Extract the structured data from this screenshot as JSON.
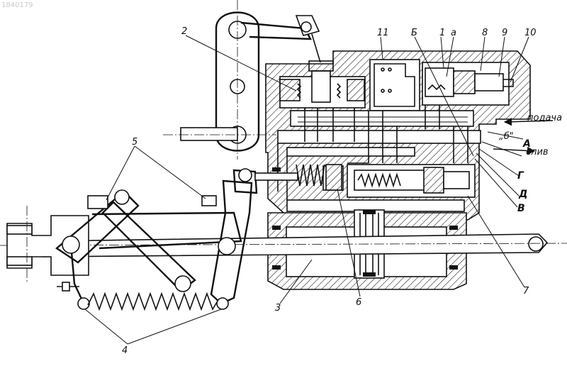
{
  "watermark": "1840179",
  "labels": {
    "n1": "1",
    "n2": "2",
    "n3": "3",
    "n4": "4",
    "n5": "5",
    "n6": "6",
    "n7": "7",
    "n8": "8",
    "n9": "9",
    "n10": "10",
    "n11": "11",
    "a_small": "а",
    "B_cyr": "Б",
    "podacha": "подача",
    "b_port": "„б\"",
    "sliv": "слив",
    "A": "А",
    "G": "Г",
    "D": "Д",
    "V": "В"
  }
}
